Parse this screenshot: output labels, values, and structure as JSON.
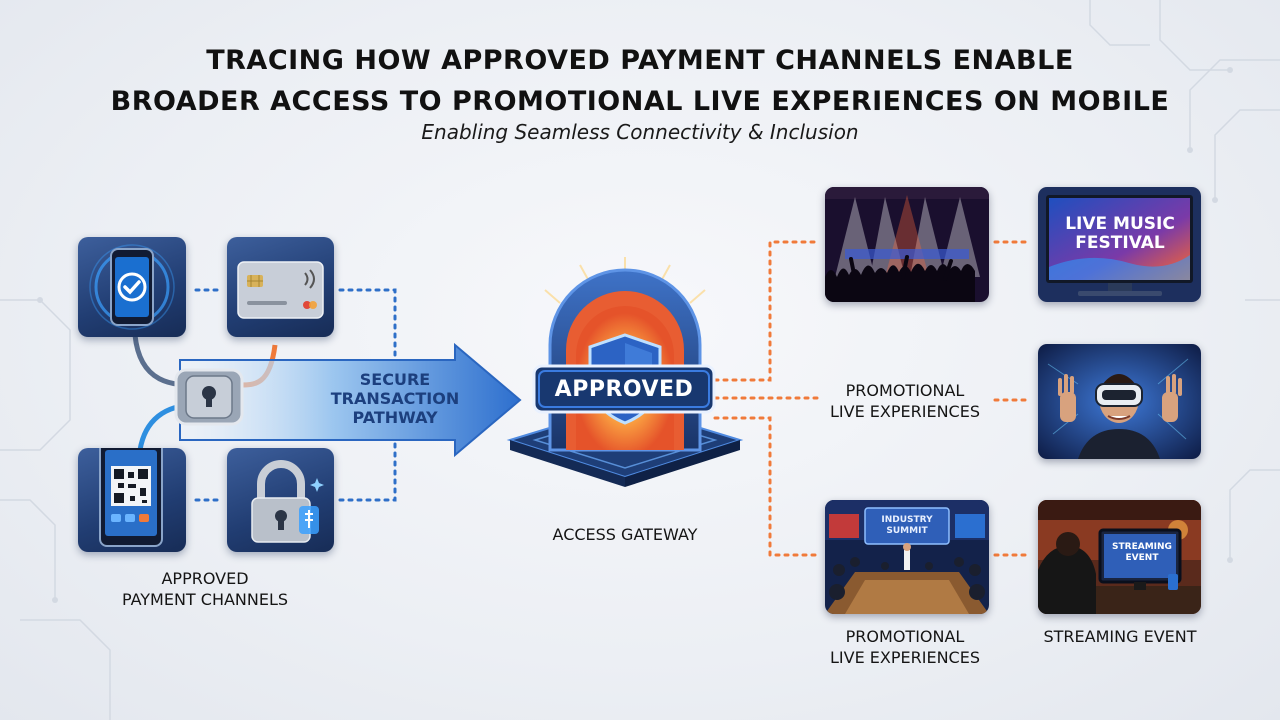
{
  "title": {
    "line1": "TRACING HOW APPROVED PAYMENT CHANNELS ENABLE",
    "line2": "BROADER ACCESS TO PROMOTIONAL LIVE EXPERIENCES ON MOBILE"
  },
  "subtitle": "Enabling Seamless Connectivity & Inclusion",
  "payment_channels": {
    "label_line1": "APPROVED",
    "label_line2": "PAYMENT CHANNELS"
  },
  "pathway": {
    "line1": "SECURE",
    "line2": "TRANSACTION",
    "line3": "PATHWAY"
  },
  "gateway": {
    "badge": "APPROVED",
    "label": "ACCESS GATEWAY"
  },
  "experiences": {
    "center_label_line1": "PROMOTIONAL",
    "center_label_line2": "LIVE EXPERIENCES",
    "festival_line1": "LIVE MUSIC",
    "festival_line2": "FESTIVAL",
    "summit_line1": "INDUSTRY",
    "summit_line2": "SUMMIT",
    "stream_screen_line1": "STREAMING",
    "stream_screen_line2": "EVENT",
    "bottom_label_line1": "PROMOTIONAL",
    "bottom_label_line2": "LIVE EXPERIENCES",
    "streaming_label": "STREAMING EVENT"
  },
  "colors": {
    "accent_blue": "#2e7fd8",
    "accent_orange": "#f07a3a",
    "tile_navy": "#213d72"
  }
}
